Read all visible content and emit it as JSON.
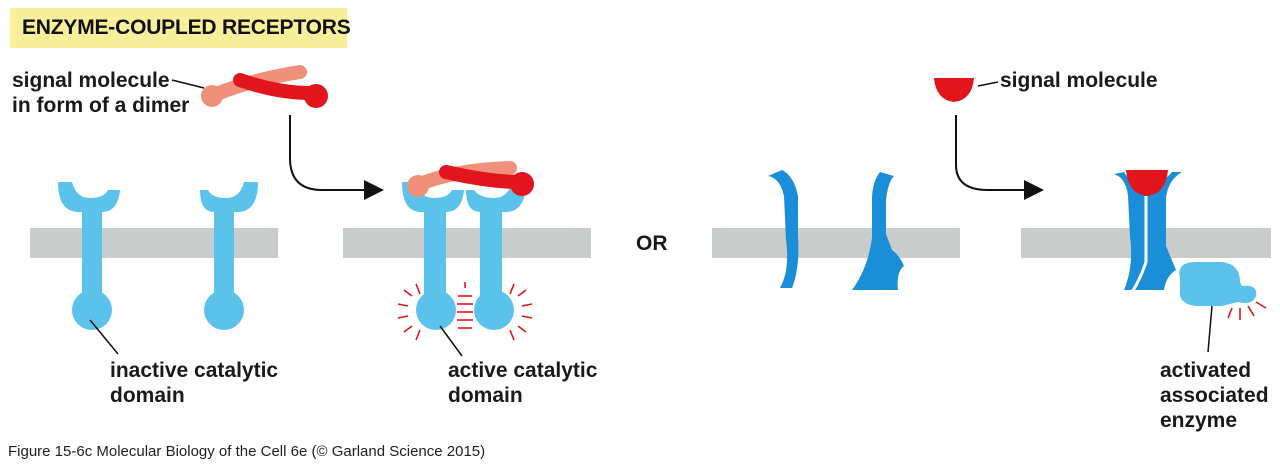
{
  "title": "ENZYME-COUPLED RECEPTORS",
  "left_panel": {
    "signal_label": [
      "signal molecule",
      "in form of a dimer"
    ],
    "inactive_label": [
      "inactive catalytic",
      "domain"
    ],
    "active_label": [
      "active catalytic",
      "domain"
    ]
  },
  "separator": "OR",
  "right_panel": {
    "signal_label": "signal molecule",
    "enzyme_label": [
      "activated",
      "associated",
      "enzyme"
    ]
  },
  "caption": "Figure 15-6c  Molecular Biology of the Cell 6e (© Garland Science 2015)",
  "colors": {
    "title_bg": "#f7ef9a",
    "membrane": "#c8ccca",
    "receptor_light": "#5bc2ec",
    "receptor_dark": "#1a8fd8",
    "signal_red": "#e2141c",
    "signal_pink": "#f0907a",
    "activation_spark": "#e2141c"
  }
}
